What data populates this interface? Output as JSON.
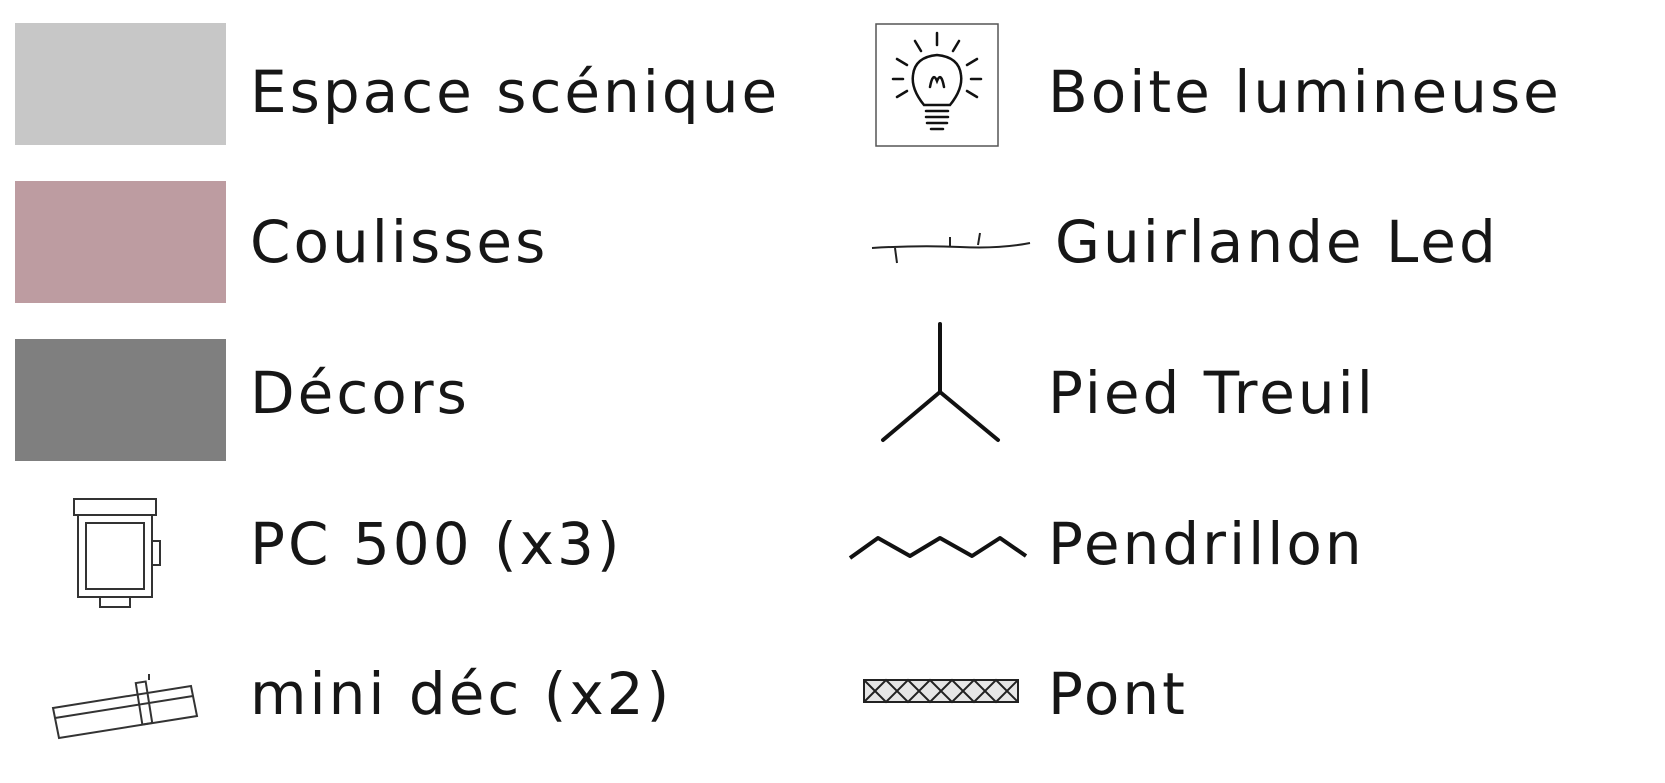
{
  "legend": {
    "left": [
      {
        "label": "Espace scénique",
        "color": "#c7c7c7",
        "icon": "swatch"
      },
      {
        "label": "Coulisses",
        "color": "#bd9ca1",
        "icon": "swatch"
      },
      {
        "label": "Décors",
        "color": "#7f7f7f",
        "icon": "swatch"
      },
      {
        "label": "PC 500 (x3)",
        "icon": "pc-500-spotlight-icon"
      },
      {
        "label": "mini déc (x2)",
        "icon": "mini-dec-spotlight-icon"
      }
    ],
    "right": [
      {
        "label": "Boite lumineuse",
        "icon": "lightbulb-icon"
      },
      {
        "label": "Guirlande Led",
        "icon": "led-garland-icon"
      },
      {
        "label": "Pied Treuil",
        "icon": "winch-stand-icon"
      },
      {
        "label": "Pendrillon",
        "icon": "wavy-curtain-icon"
      },
      {
        "label": "Pont",
        "icon": "truss-icon"
      }
    ]
  }
}
